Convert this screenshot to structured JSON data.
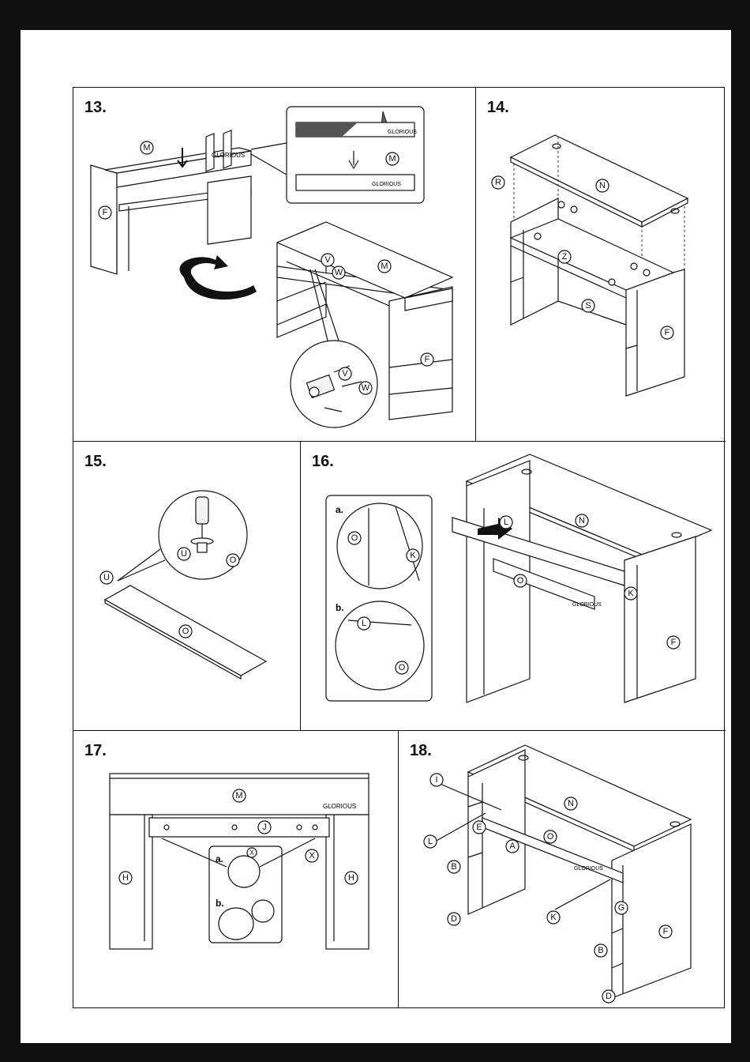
{
  "steps": [
    {
      "number": "13.",
      "labels": [
        "M",
        "F",
        "M",
        "V",
        "W",
        "M",
        "F",
        "V",
        "W"
      ],
      "brand": "GLORIOUS"
    },
    {
      "number": "14.",
      "labels": [
        "R",
        "N",
        "Z",
        "S",
        "F"
      ]
    },
    {
      "number": "15.",
      "labels": [
        "U",
        "U",
        "O",
        "O"
      ]
    },
    {
      "number": "16.",
      "sublabels": [
        "a.",
        "b."
      ],
      "labels": [
        "L",
        "N",
        "O",
        "K",
        "O",
        "K",
        "F",
        "L",
        "O"
      ],
      "brand": "GLORIOUS"
    },
    {
      "number": "17.",
      "sublabels": [
        "a.",
        "b."
      ],
      "labels": [
        "M",
        "J",
        "H",
        "H",
        "X",
        "X"
      ],
      "brand": "GLORIOUS"
    },
    {
      "number": "18.",
      "labels": [
        "I",
        "N",
        "E",
        "L",
        "A",
        "O",
        "B",
        "G",
        "D",
        "K",
        "F",
        "B",
        "D"
      ],
      "brand": "GLORIOUS"
    }
  ],
  "colors": {
    "frame": "#111111",
    "paper": "#ffffff",
    "line": "#111111"
  }
}
